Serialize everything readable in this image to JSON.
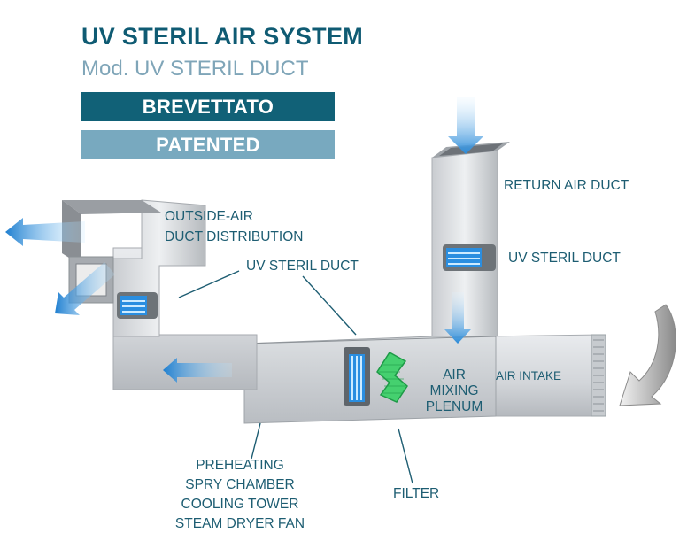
{
  "header": {
    "title": "UV STERIL AIR SYSTEM",
    "subtitle": "Mod. UV STERIL DUCT"
  },
  "badges": {
    "brevettato": "BREVETTATO",
    "patented": "PATENTED"
  },
  "labels": {
    "return_air_duct": "RETURN AIR DUCT",
    "uv_steril_duct_right": "UV STERIL DUCT",
    "outside_air_line1": "OUTSIDE-AIR",
    "outside_air_line2": "DUCT DISTRIBUTION",
    "uv_steril_duct_left": "UV STERIL DUCT",
    "air_mixing_line1": "AIR",
    "air_mixing_line2": "MIXING",
    "air_mixing_line3": "PLENUM",
    "air_intake": "AIR INTAKE",
    "preheating_lines": [
      "PREHEATING",
      "SPRY CHAMBER",
      "COOLING TOWER",
      "STEAM DRYER FAN"
    ],
    "filter": "FILTER"
  },
  "colors": {
    "brand_dark": "#116177",
    "brand_light": "#78a9bf",
    "text": "#1d5d72",
    "airflow_blue": "#3aa0e0",
    "filter_green": "#3fcf6a"
  }
}
